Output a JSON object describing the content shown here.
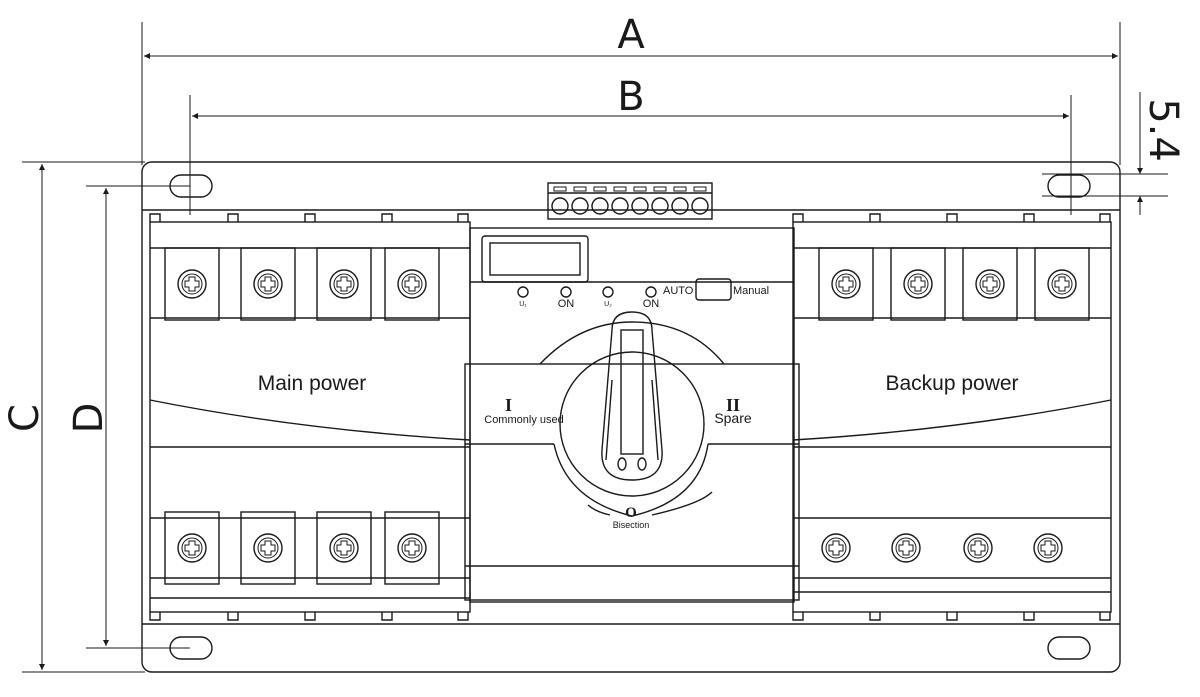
{
  "dimensions": {
    "a": "A",
    "b": "B",
    "c": "C",
    "d": "D",
    "hole": "5.4"
  },
  "left_module": {
    "label": "Main power"
  },
  "right_module": {
    "label": "Backup power"
  },
  "indicators": {
    "u1": "U₁",
    "on1": "ON",
    "u2": "U₂",
    "on2": "ON"
  },
  "mode": {
    "auto": "AUTO",
    "manual": "Manual"
  },
  "positions": {
    "one_symbol": "I",
    "one_label": "Commonly used",
    "two_symbol": "II",
    "two_label": "Spare",
    "zero_symbol": "O",
    "zero_label": "Bisection"
  },
  "colors": {
    "line": "#1a1a1a",
    "background": "#ffffff"
  }
}
